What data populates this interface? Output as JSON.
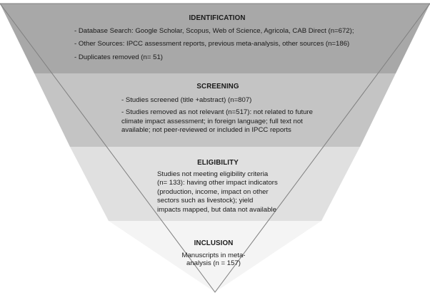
{
  "colors": {
    "identification": "#a8a8a8",
    "screening": "#c4c4c4",
    "eligibility": "#e0e0e0",
    "inclusion": "#f4f4f4",
    "outline": "#808080",
    "text": "#1a1a1a"
  },
  "identification": {
    "title": "IDENTIFICATION",
    "items": [
      "- Database Search: Google Scholar, Scopus, Web of Science, Agricola, CAB Direct (n=672);",
      "- Other Sources: IPCC assessment reports, previous meta-analysis, other sources (n=186)",
      "- Duplicates removed (n= 51)"
    ]
  },
  "screening": {
    "title": "SCREENING",
    "items": [
      "- Studies screened (title +abstract) (n=807)",
      "- Studies removed as not relevant (n=517): not related to future climate impact assessment;  in foreign language; full text not available;  not peer-reviewed or included in IPCC reports"
    ]
  },
  "eligibility": {
    "title": "ELIGIBILITY",
    "text": "Studies not meeting eligibility criteria (n= 133): having other impact indicators (production, income, impact on other sectors such as livestock); yield impacts mapped, but data not available"
  },
  "inclusion": {
    "title": "INCLUSION",
    "text": "Manuscripts in meta-analysis (n = 157)"
  }
}
